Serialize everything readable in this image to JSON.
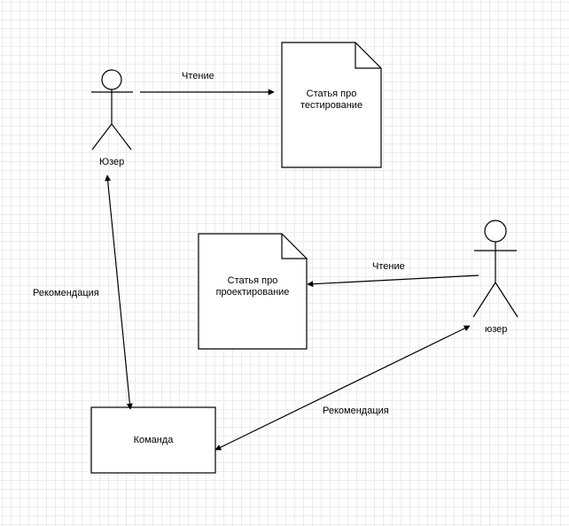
{
  "actors": {
    "user_top": {
      "label": "Юзер"
    },
    "user_right": {
      "label": "юзер"
    }
  },
  "documents": {
    "testing": {
      "line1": "Статья про",
      "line2": "тестирование"
    },
    "design": {
      "line1": "Статья про",
      "line2": "проектирование"
    }
  },
  "team": {
    "label": "Команда"
  },
  "edges": {
    "read_top": "Чтение",
    "read_right": "Чтение",
    "recommend_left": "Рекомендация",
    "recommend_right": "Рекомендация"
  }
}
